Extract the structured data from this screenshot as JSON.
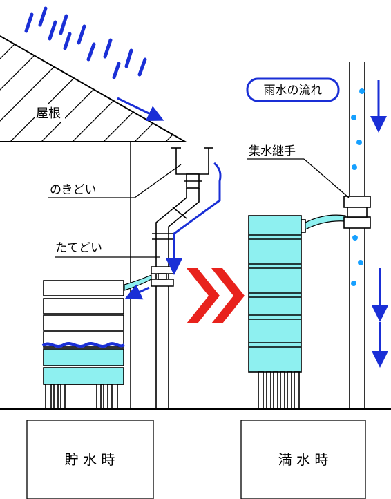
{
  "labels": {
    "roof": "屋根",
    "gutter": "のきどい",
    "downspout": "たてどい",
    "joint": "集水継手",
    "flow_legend": "雨水の流れ",
    "left_caption": "貯 水 時",
    "right_caption": "満 水 時"
  },
  "colors": {
    "flow": "#1a2fd6",
    "tank": "#8ef0f0",
    "arrow": "#e8221c",
    "line": "#000000",
    "water": "#16a0ff"
  }
}
